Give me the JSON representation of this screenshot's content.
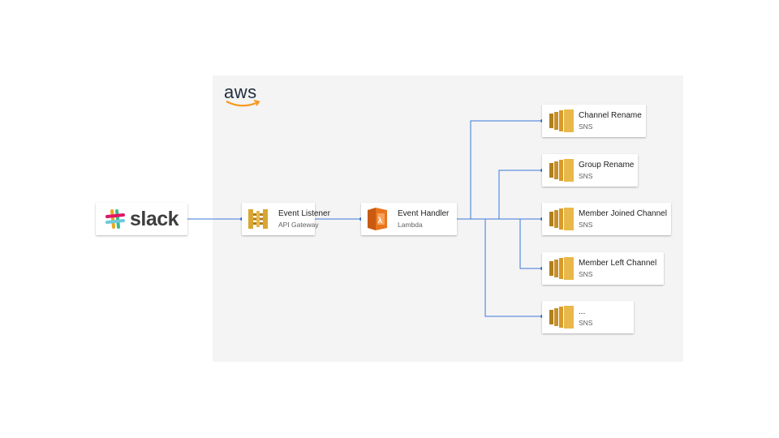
{
  "cloud": {
    "logo_text": "aws"
  },
  "slack": {
    "logo_text": "slack"
  },
  "nodes": {
    "event_listener": {
      "title": "Event Listener",
      "subtitle": "API Gateway"
    },
    "event_handler": {
      "title": "Event Handler",
      "subtitle": "Lambda"
    },
    "sns_channel_rename": {
      "title": "Channel Rename",
      "subtitle": "SNS"
    },
    "sns_group_rename": {
      "title": "Group Rename",
      "subtitle": "SNS"
    },
    "sns_member_joined": {
      "title": "Member Joined Channel",
      "subtitle": "SNS"
    },
    "sns_member_left": {
      "title": "Member Left Channel",
      "subtitle": "SNS"
    },
    "sns_more": {
      "title": "...",
      "subtitle": "SNS"
    }
  },
  "colors": {
    "connector": "#3b78d8",
    "aws_orange": "#f7981f",
    "api_gateway_gold": "#d9a633",
    "lambda_orange": "#e8741c",
    "sns_gold": "#d89b2a"
  }
}
